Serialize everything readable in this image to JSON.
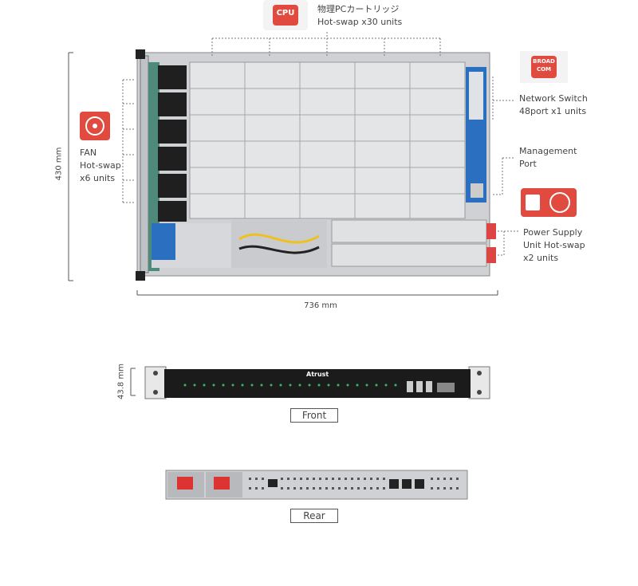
{
  "labels": {
    "cpu": {
      "icon_text": "CPU",
      "line1": "物理PCカートリッジ",
      "line2": "Hot-swap x30 units"
    },
    "switch": {
      "icon_text_1": "BROAD",
      "icon_text_2": "COM",
      "line1": "Network Switch",
      "line2": "48port x1 units"
    },
    "mgmt": {
      "line1": "Management",
      "line2": "Port"
    },
    "psu": {
      "line1": "Power Supply",
      "line2": "Unit Hot-swap",
      "line3": "x2 units"
    },
    "fan": {
      "line1": "FAN",
      "line2": "Hot-swap",
      "line3": "x6 units"
    }
  },
  "dimensions": {
    "depth": "430 mm",
    "width": "736 mm",
    "height": "43.8 mm"
  },
  "views": {
    "front": "Front",
    "rear": "Rear",
    "brand": "Atrust"
  },
  "icons": {
    "cpu": "cpu-chip-icon",
    "switch": "broadcom-chip-icon",
    "psu": "power-supply-icon",
    "fan": "fan-icon"
  },
  "colors": {
    "accent": "#e04a3f",
    "chassis": "#d9dadc",
    "dark": "#1b1b1b",
    "board": "#2a6fc0"
  }
}
